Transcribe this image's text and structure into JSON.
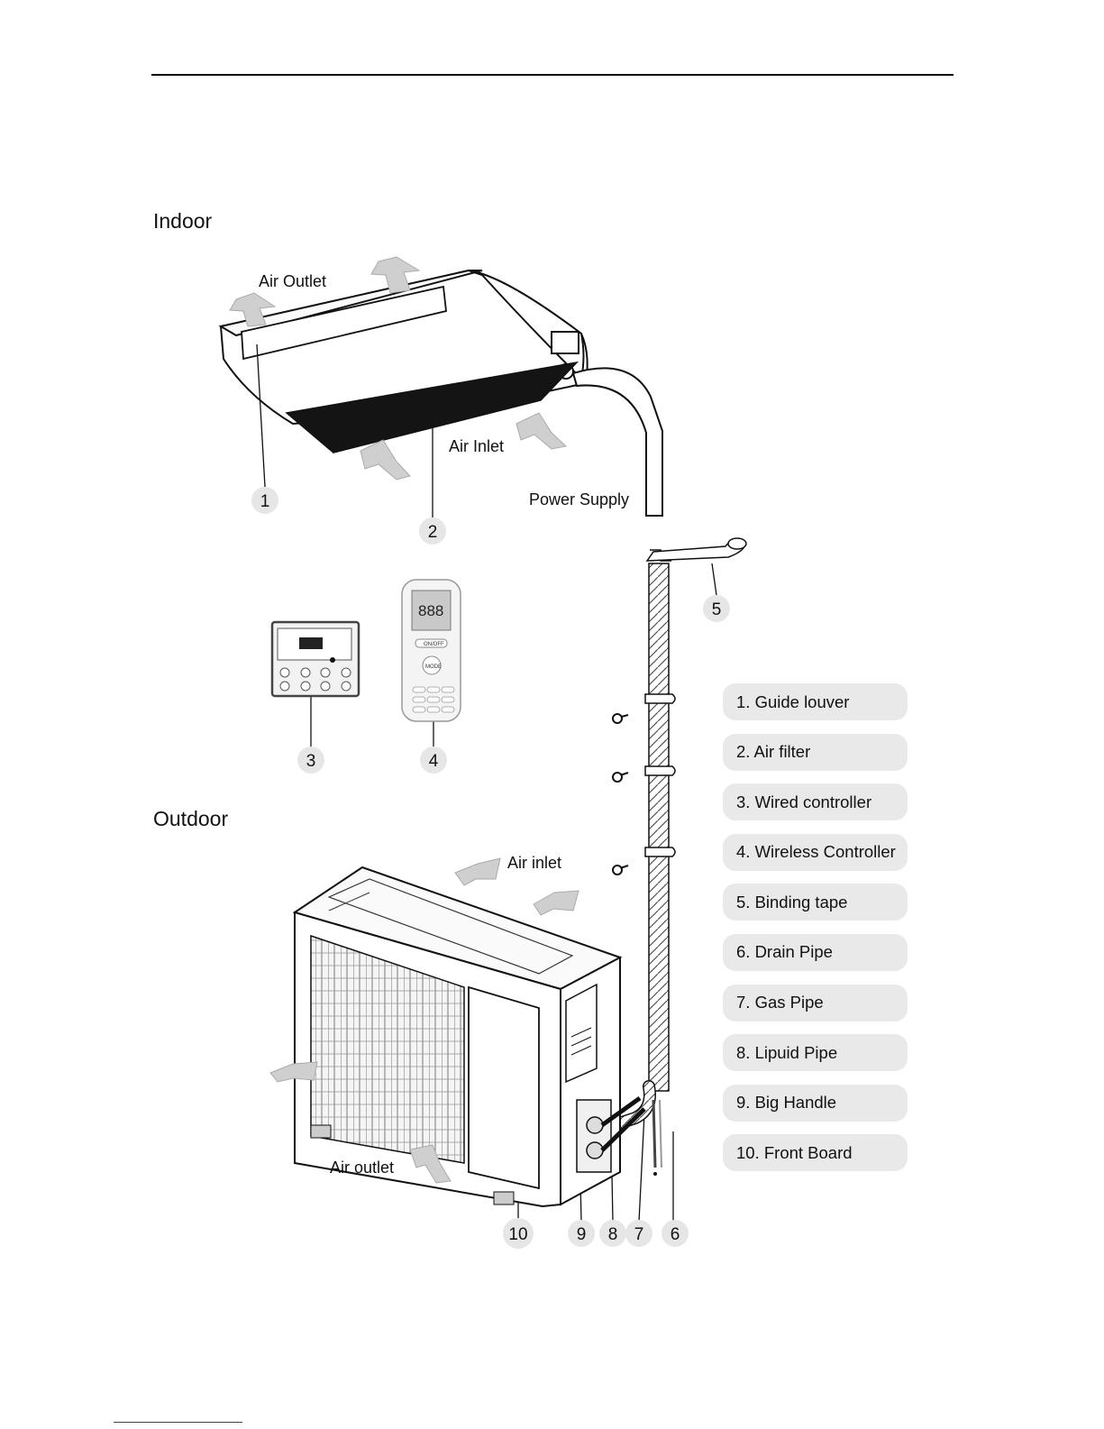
{
  "page": {
    "headings": {
      "indoor": "Indoor",
      "outdoor": "Outdoor"
    }
  },
  "indoor": {
    "labels": {
      "air_outlet": "Air Outlet",
      "air_inlet": "Air Inlet",
      "power_supply": "Power Supply"
    },
    "controller_labels": {
      "onoff": "ON/OFF",
      "mode": "MODE",
      "lcd_digits": "888"
    }
  },
  "outdoor": {
    "labels": {
      "air_inlet": "Air inlet",
      "air_outlet": "Air outlet"
    }
  },
  "callouts": [
    "1",
    "2",
    "3",
    "4",
    "5",
    "6",
    "7",
    "8",
    "9",
    "10"
  ],
  "legend": [
    "1. Guide louver",
    "2. Air filter",
    "3. Wired controller",
    "4. Wireless Controller",
    "5. Binding tape",
    "6. Drain Pipe",
    "7. Gas Pipe",
    "8. Lipuid Pipe",
    "9. Big Handle",
    "10. Front Board"
  ]
}
